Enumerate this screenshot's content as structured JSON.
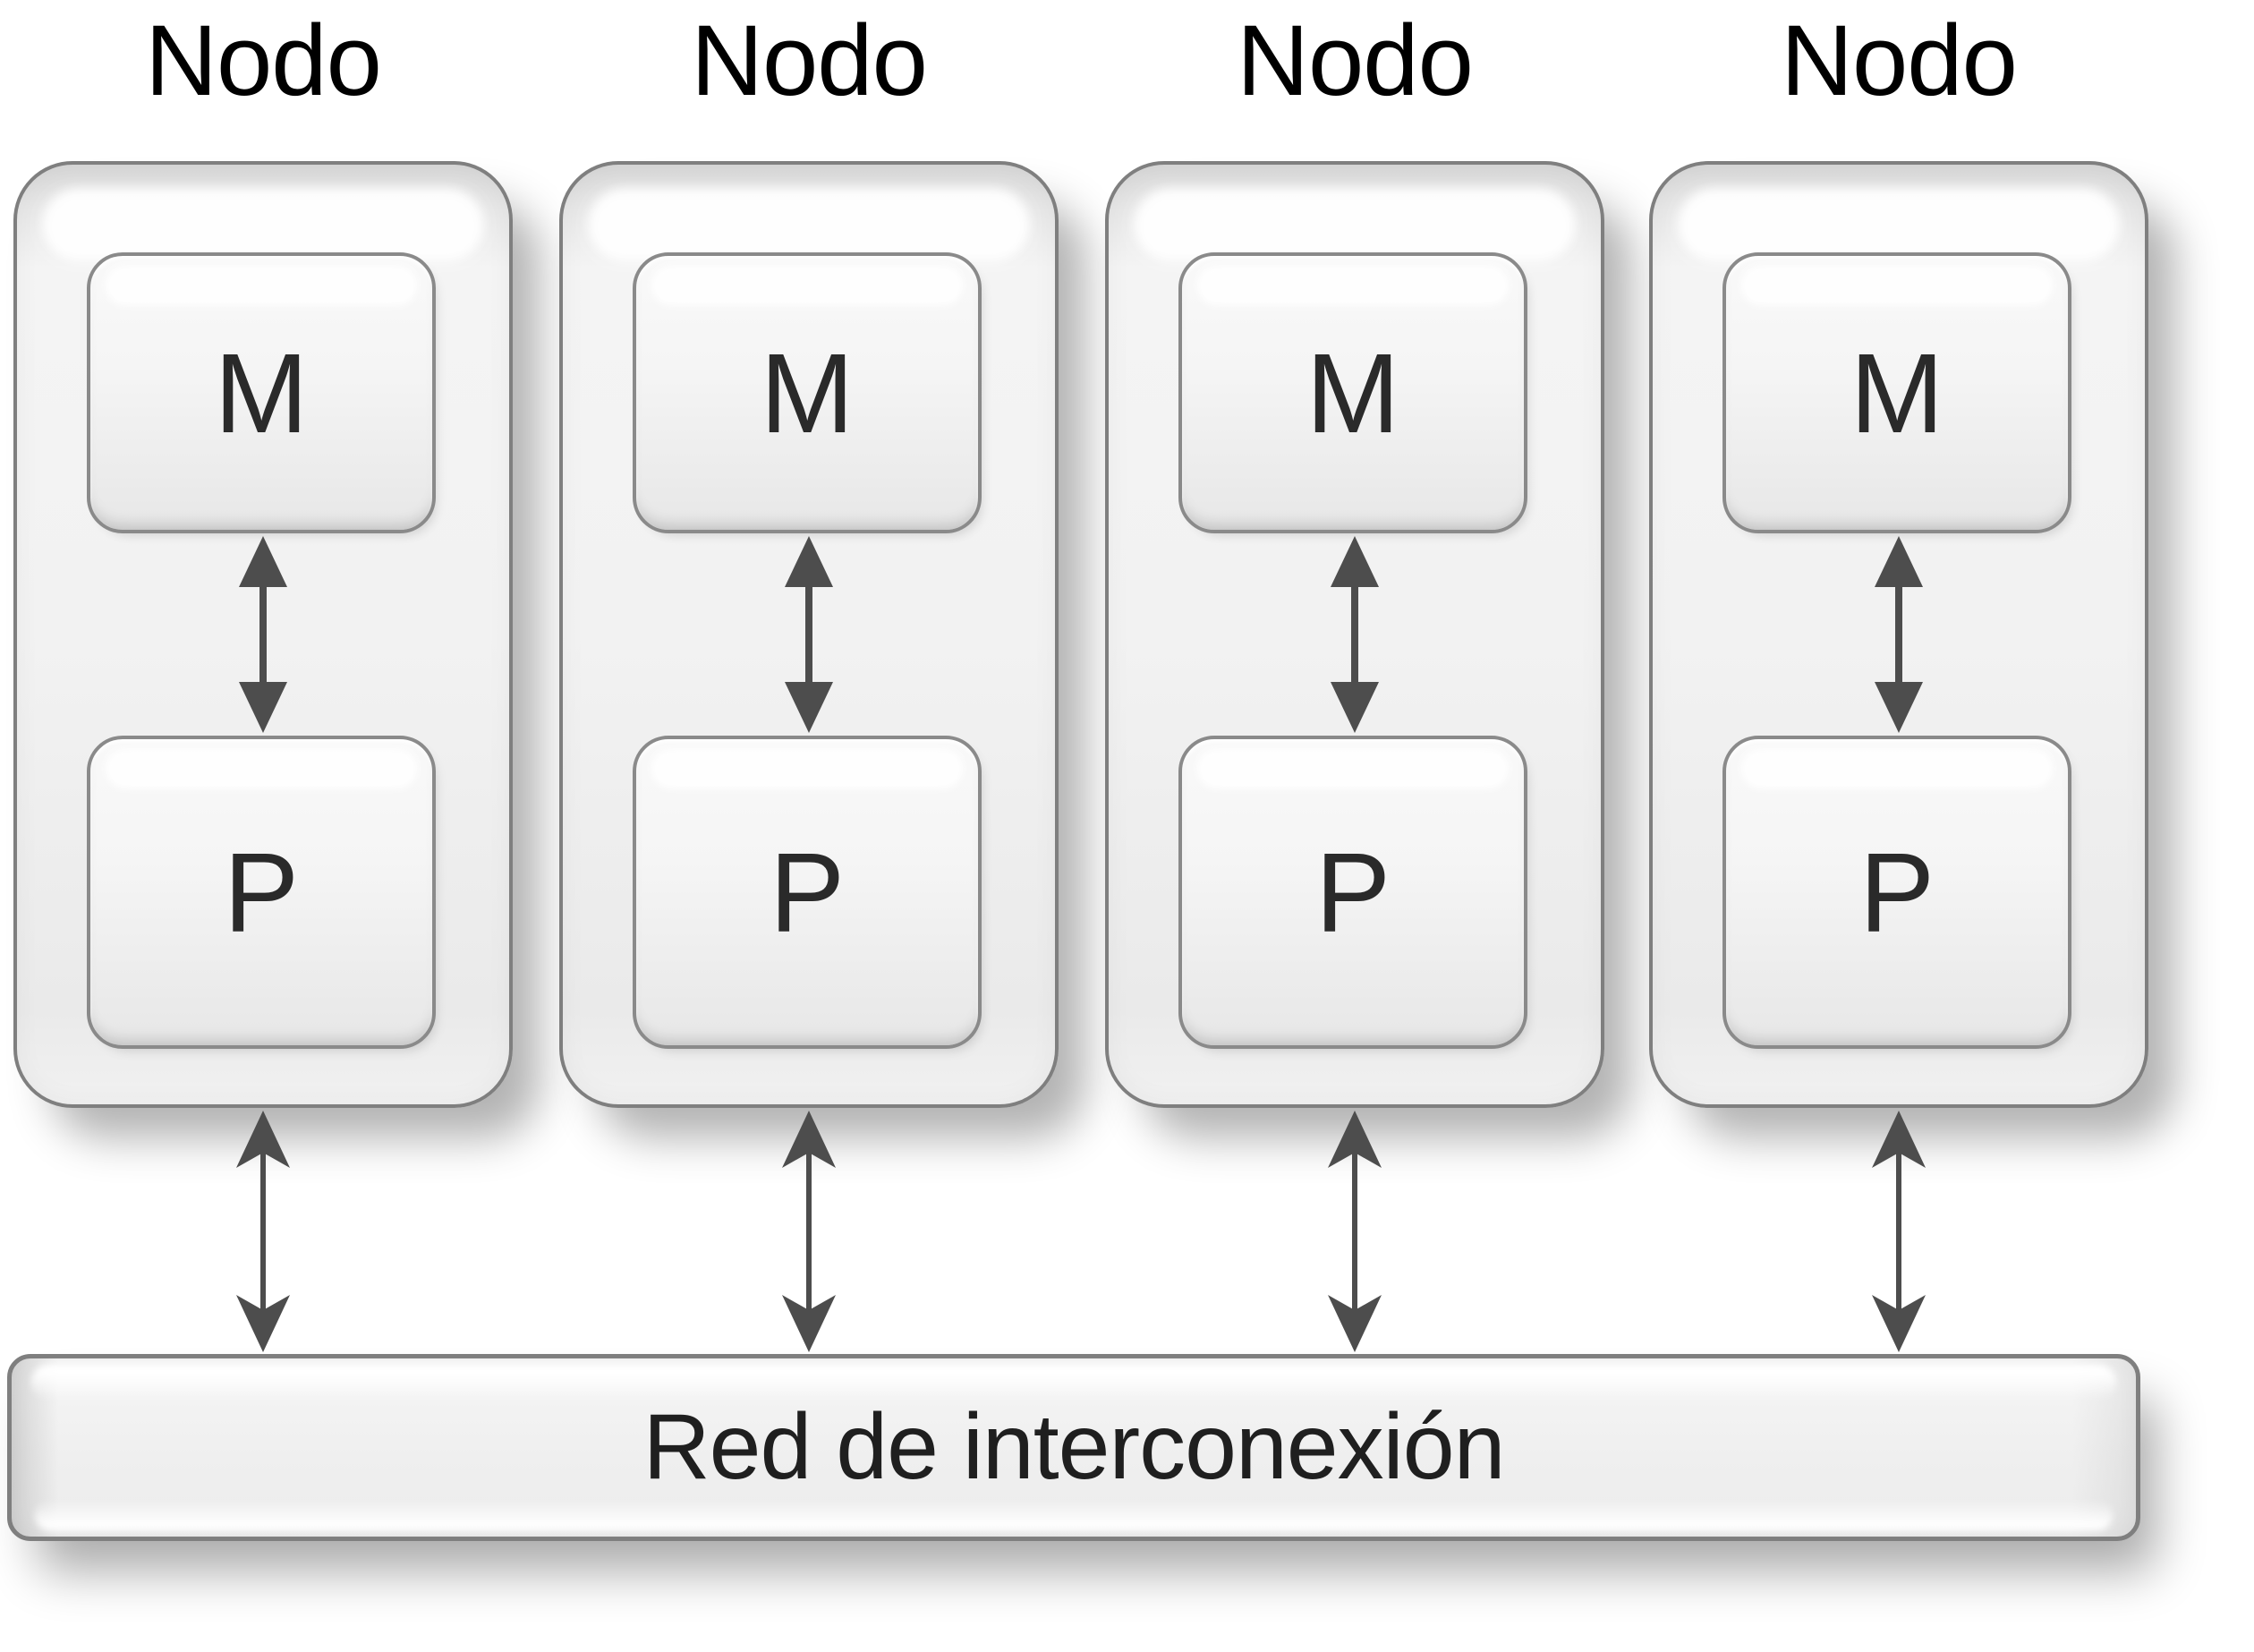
{
  "diagram": {
    "nodes": [
      {
        "title": "Nodo",
        "memory_label": "M",
        "processor_label": "P"
      },
      {
        "title": "Nodo",
        "memory_label": "M",
        "processor_label": "P"
      },
      {
        "title": "Nodo",
        "memory_label": "M",
        "processor_label": "P"
      },
      {
        "title": "Nodo",
        "memory_label": "M",
        "processor_label": "P"
      }
    ],
    "network_label": "Red de interconexión",
    "colors": {
      "background": "#ffffff",
      "border": "#7f7f7f",
      "arrow": "#4d4d4d",
      "text": "#000000",
      "box_text": "#2a2a2a",
      "fill_light": "#f5f5f5",
      "fill_mid": "#efefef",
      "fill_dark": "#d8d8d8"
    }
  }
}
